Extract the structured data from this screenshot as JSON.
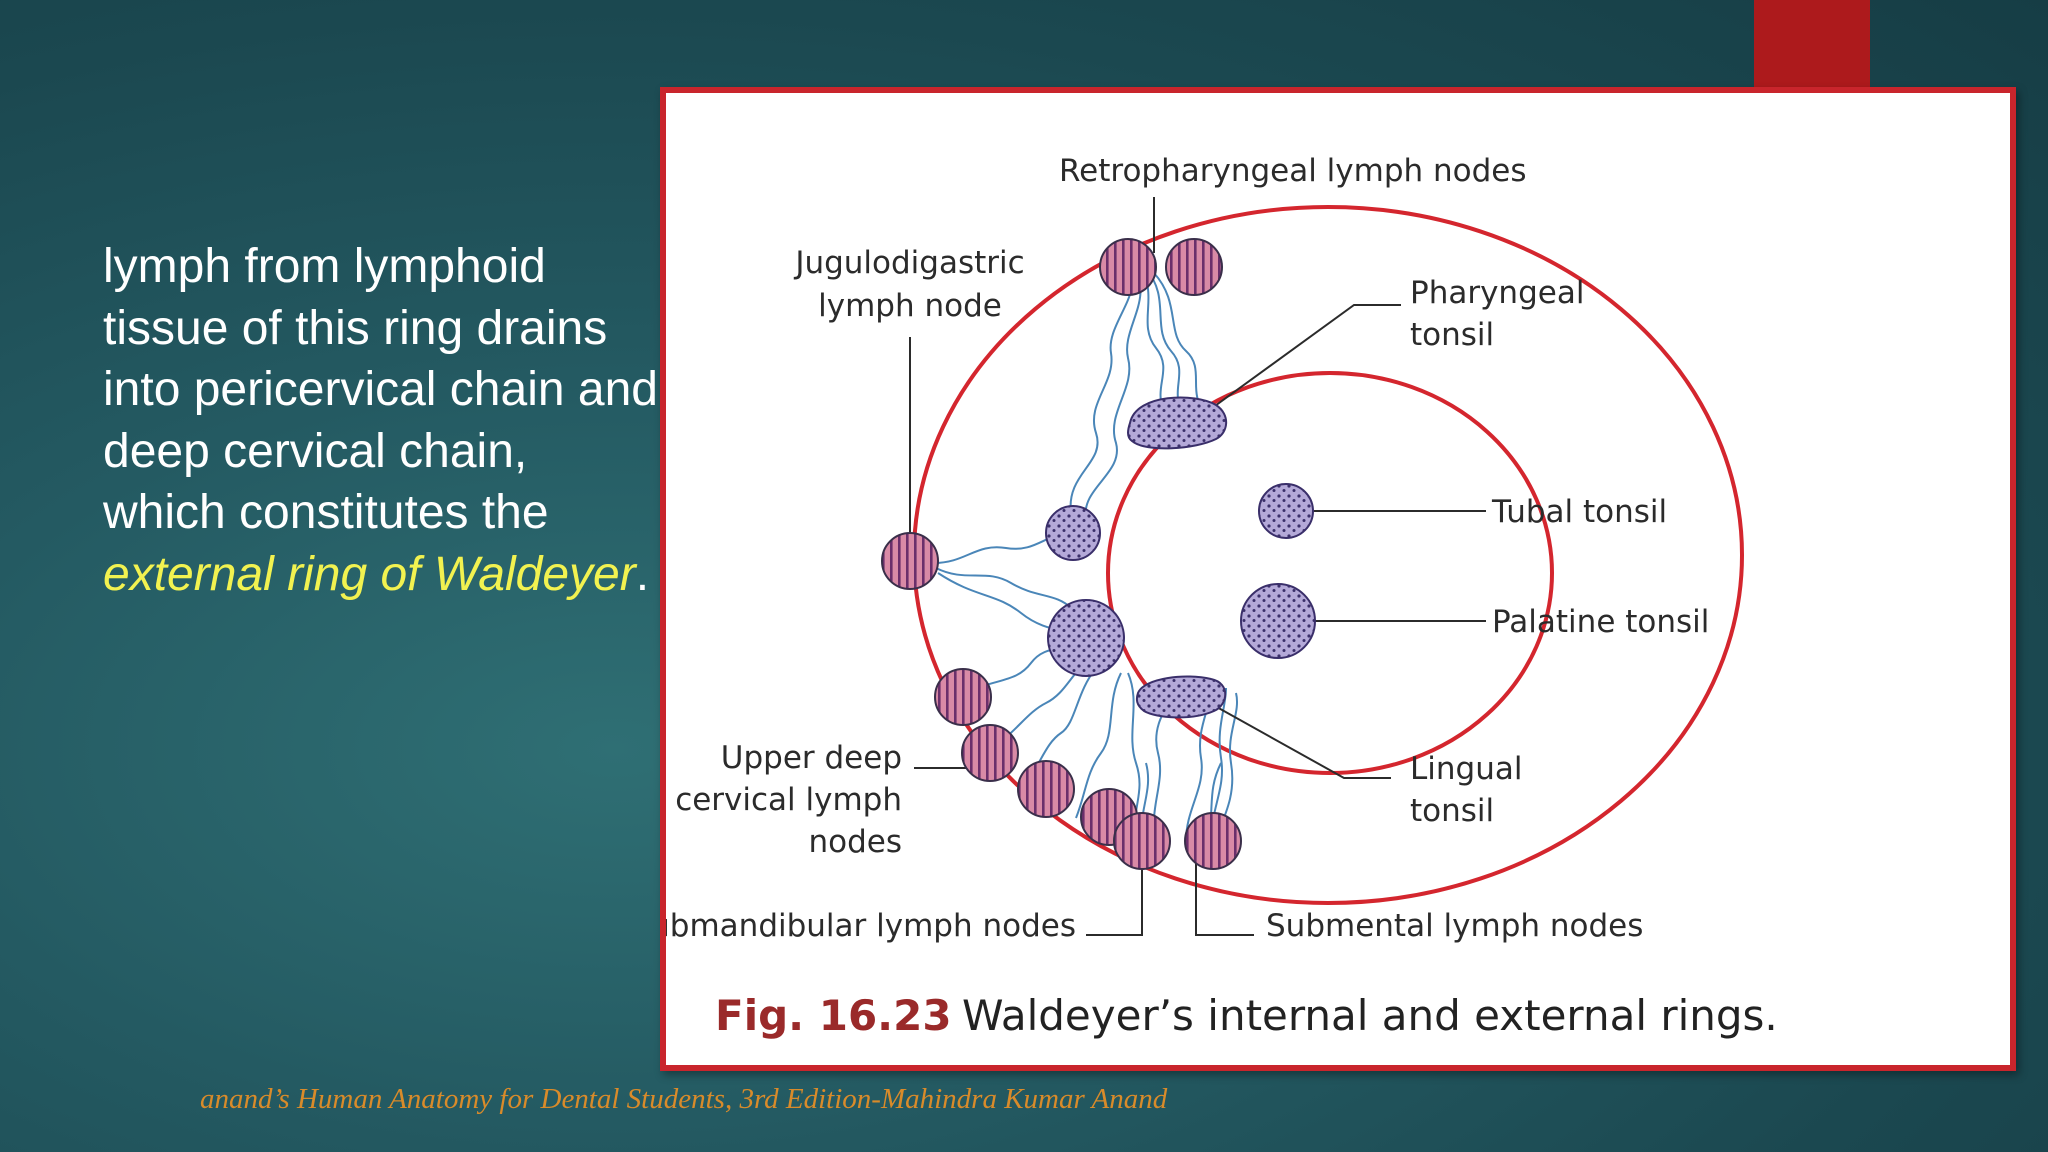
{
  "slide": {
    "body_text_plain": "lymph from lymphoid tissue of this ring drains into pericervical chain and deep cervical chain, which constitutes the",
    "body_text_highlight": "external ring of Waldeyer",
    "body_text_end": ".",
    "citation": "anand’s Human Anatomy for Dental Students, 3rd Edition-Mahindra Kumar Anand"
  },
  "figure": {
    "labels": {
      "retropharyngeal": "Retropharyngeal lymph nodes",
      "jugulodigastric_1": "Jugulodigastric",
      "jugulodigastric_2": "lymph node",
      "pharyngeal_1": "Pharyngeal",
      "pharyngeal_2": "tonsil",
      "tubal": "Tubal tonsil",
      "palatine": "Palatine tonsil",
      "upper_deep_1": "Upper deep",
      "upper_deep_2": "cervical lymph",
      "upper_deep_3": "nodes",
      "lingual_1": "Lingual",
      "lingual_2": "tonsil",
      "submandibular": "Submandibular lymph nodes",
      "submental": "Submental lymph nodes"
    },
    "caption_number": "Fig. 16.23",
    "caption_text": "Waldeyer’s internal and external rings.",
    "colors": {
      "ring": "#d4262e",
      "node_fill": "#d98aa6",
      "node_stripe": "#6b2f6b",
      "tonsil_fill": "#b4a9d8",
      "tonsil_dots": "#3a2f6a",
      "vessel": "#4a86b8",
      "frame_border": "#c9252c",
      "highlight_text": "#f2f250",
      "citation_text": "#d98b2a",
      "red_tab": "#ad1a1c"
    }
  }
}
